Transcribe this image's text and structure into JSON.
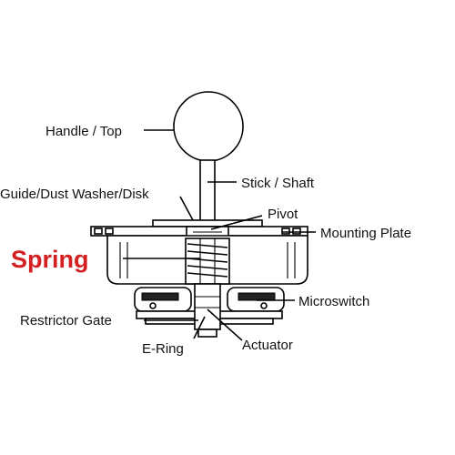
{
  "labels": {
    "handle": "Handle / Top",
    "stick": "Stick / Shaft",
    "guide": "Guide/Dust Washer/Disk",
    "pivot": "Pivot",
    "mounting_plate": "Mounting Plate",
    "spring": "Spring",
    "microswitch": "Microswitch",
    "restrictor_gate": "Restrictor Gate",
    "actuator": "Actuator",
    "e_ring": "E-Ring"
  },
  "colors": {
    "highlight": "#d42020",
    "ink": "#000000",
    "background": "#ffffff"
  }
}
